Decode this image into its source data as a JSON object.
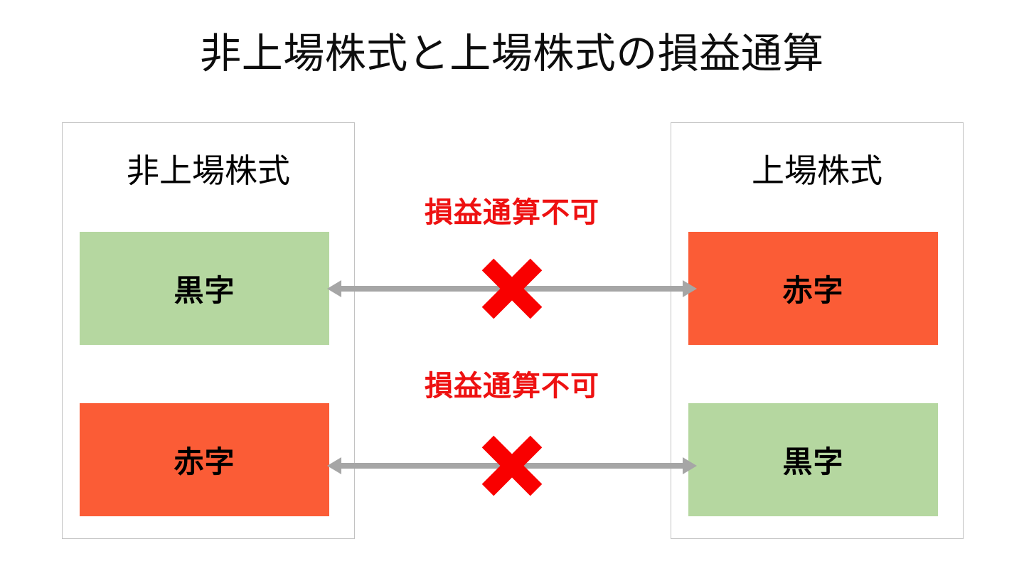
{
  "slide": {
    "title": "非上場株式と上場株式の損益通算",
    "background_color": "#ffffff"
  },
  "colors": {
    "profit_green": "#b5d7a0",
    "loss_red": "#fb5c36",
    "caption_red": "#ee1111",
    "x_mark_red": "#f90000",
    "arrow_gray": "#a6a6a6",
    "panel_border": "#c2c2c2",
    "text_black": "#000000"
  },
  "panels": {
    "left": {
      "title": "非上場株式",
      "boxes": [
        {
          "label": "黒字",
          "state": "profit",
          "color": "#b5d7a0"
        },
        {
          "label": "赤字",
          "state": "loss",
          "color": "#fb5c36"
        }
      ]
    },
    "right": {
      "title": "上場株式",
      "boxes": [
        {
          "label": "赤字",
          "state": "loss",
          "color": "#fb5c36"
        },
        {
          "label": "黒字",
          "state": "profit",
          "color": "#b5d7a0"
        }
      ]
    }
  },
  "connections": [
    {
      "caption": "損益通算不可",
      "from": "非上場株式 黒字",
      "to": "上場株式 赤字",
      "arrow": "double-headed",
      "blocked": true,
      "mark": "x-mark"
    },
    {
      "caption": "損益通算不可",
      "from": "非上場株式 赤字",
      "to": "上場株式 黒字",
      "arrow": "double-headed",
      "blocked": true,
      "mark": "x-mark"
    }
  ]
}
